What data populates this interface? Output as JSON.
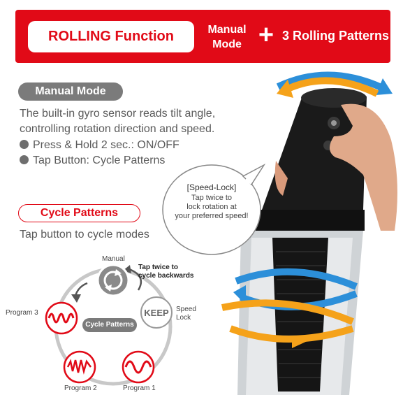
{
  "banner": {
    "title": "ROLLING Function",
    "mode_line1": "Manual",
    "mode_line2": "Mode",
    "plus": "+",
    "patterns": "3 Rolling Patterns"
  },
  "manual_mode": {
    "heading": "Manual Mode",
    "line1": "The built-in gyro sensor reads tilt angle,",
    "line2": "controlling rotation direction and speed.",
    "bullet1": "Press & Hold 2 sec.: ON/OFF",
    "bullet2": "Tap Button: Cycle Patterns"
  },
  "speed_lock": {
    "title": "[Speed-Lock]",
    "line1": "Tap twice to",
    "line2": "lock rotation at",
    "line3": "your preferred speed!"
  },
  "cycle_patterns": {
    "heading": "Cycle Patterns",
    "subtitle": "Tap button to cycle modes",
    "center_label": "Cycle Patterns",
    "manual": "Manual",
    "tap_twice_line1": "Tap twice to",
    "tap_twice_line2": "cycle backwards",
    "keep": "KEEP",
    "speed_lock_line1": "Speed",
    "speed_lock_line2": "Lock",
    "program1": "Program 1",
    "program2": "Program 2",
    "program3": "Program 3"
  },
  "colors": {
    "brand_red": "#e10a17",
    "gray_pill": "#7b7b7b",
    "arrow_orange": "#f5a21a",
    "arrow_blue": "#2c8fd9"
  }
}
